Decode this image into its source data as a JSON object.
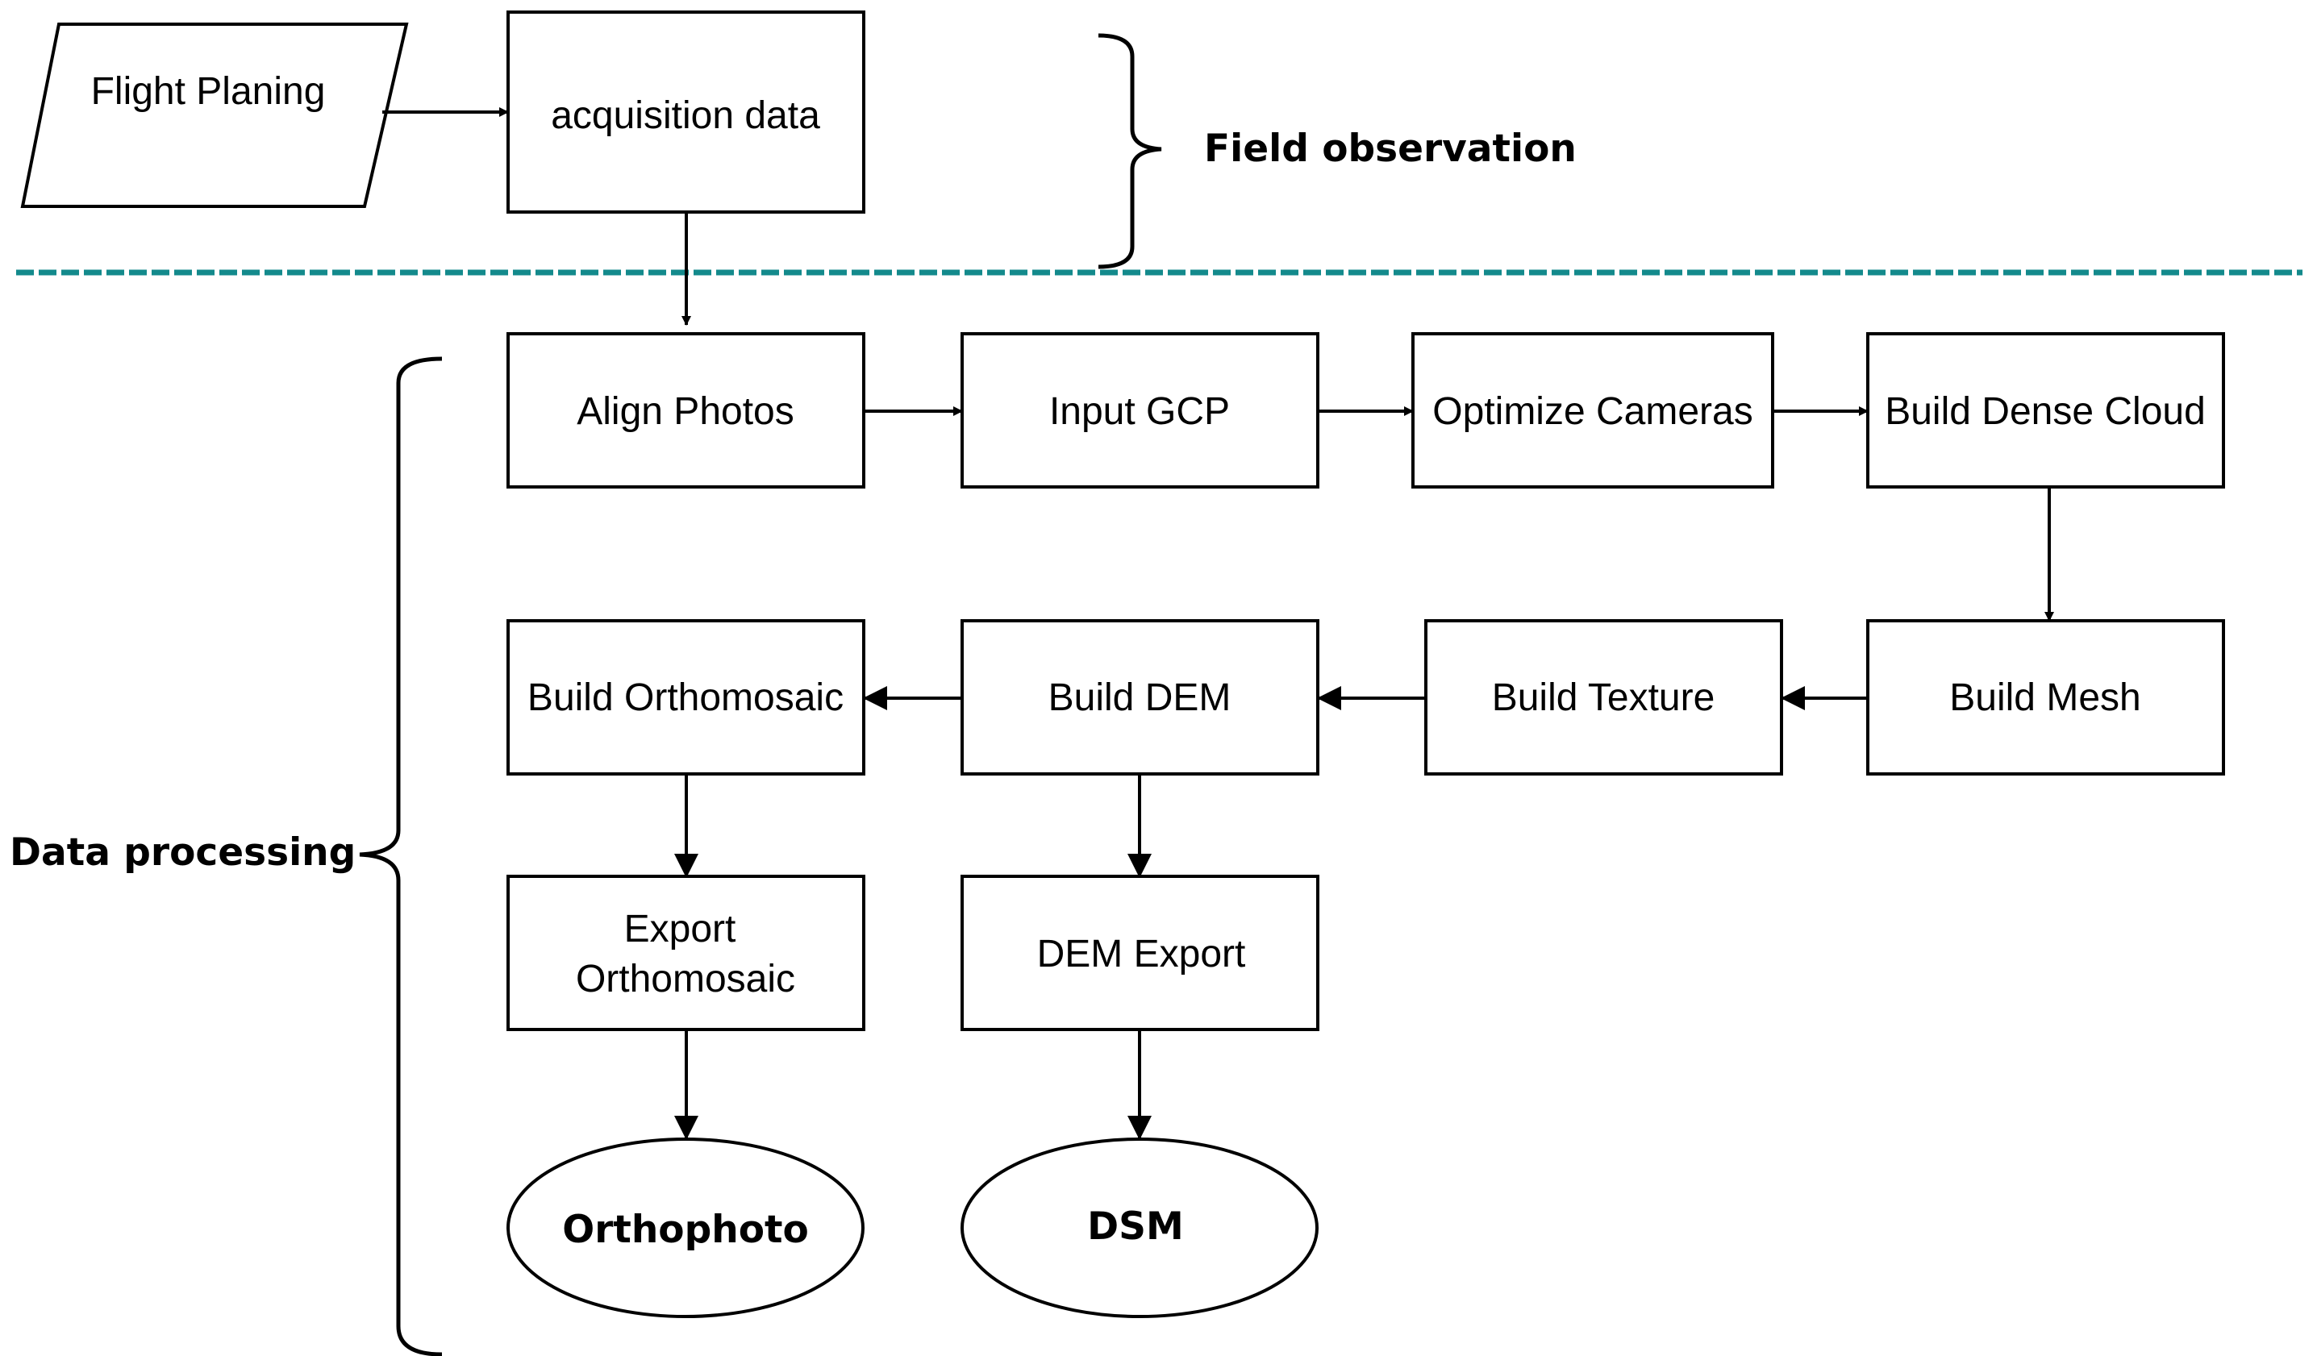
{
  "title": "",
  "sections": {
    "field": "Field observation",
    "processing": "Data processing"
  },
  "nodes": {
    "flight_planing": "Flight Planing",
    "acquisition_data": "acquisition data",
    "align_photos": "Align Photos",
    "input_gcp": "Input GCP",
    "optimize_cameras": "Optimize Cameras",
    "build_dense_cloud": "Build Dense Cloud",
    "build_mesh": "Build Mesh",
    "build_texture": "Build Texture",
    "build_dem": "Build DEM",
    "build_orthomosaic": "Build Orthomosaic",
    "export_orthomosaic_1": "Export",
    "export_orthomosaic_2": "Orthomosaic",
    "dem_export": "DEM Export",
    "orthophoto": "Orthophoto",
    "dsm": "DSM"
  },
  "edges": [
    {
      "from": "Flight Planing",
      "to": "acquisition data"
    },
    {
      "from": "acquisition data",
      "to": "Align Photos"
    },
    {
      "from": "Align Photos",
      "to": "Input GCP"
    },
    {
      "from": "Input GCP",
      "to": "Optimize Cameras"
    },
    {
      "from": "Optimize Cameras",
      "to": "Build Dense Cloud"
    },
    {
      "from": "Build Dense Cloud",
      "to": "Build Mesh"
    },
    {
      "from": "Build Mesh",
      "to": "Build Texture"
    },
    {
      "from": "Build Texture",
      "to": "Build DEM"
    },
    {
      "from": "Build DEM",
      "to": "Build Orthomosaic"
    },
    {
      "from": "Build Orthomosaic",
      "to": "Export Orthomosaic"
    },
    {
      "from": "Build DEM",
      "to": "DEM Export"
    },
    {
      "from": "Export Orthomosaic",
      "to": "Orthophoto"
    },
    {
      "from": "DEM Export",
      "to": "DSM"
    }
  ],
  "colors": {
    "divider": "#138a8c",
    "stroke": "#000000",
    "background": "#ffffff"
  }
}
